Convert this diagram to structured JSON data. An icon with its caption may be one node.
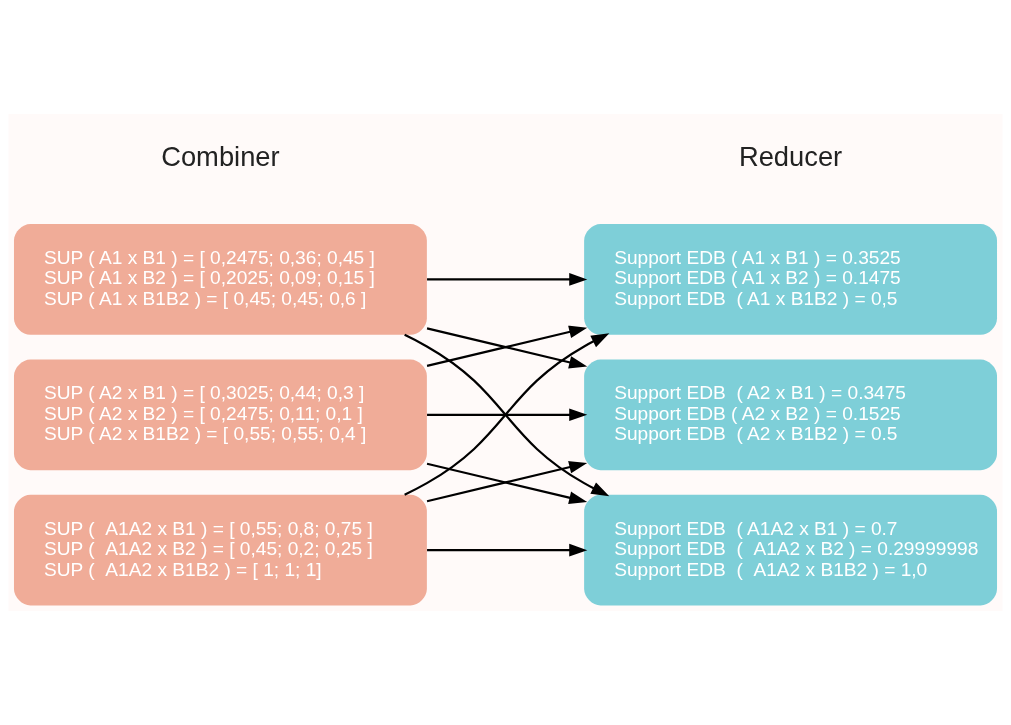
{
  "diagram": {
    "nodes": [
      {
        "text": [
          "SUP ( A1 x B1 ) = [ 0,2475; 0,36; 0,45 ]",
          "SUP ( A1 x B2 ) = [ 0,2025; 0,09; 0,15 ]",
          "SUP ( A1 x B1B2 ) = [ 0,45; 0,45; 0,6 ]"
        ]
      },
      {
        "text": [
          "SUP ( A2 x B1 ) = [ 0,3025; 0,44; 0,3 ]",
          "SUP ( A2 x B2 ) = [ 0,2475; 0,11; 0,1 ]",
          "SUP ( A2 x B1B2 ) = [ 0,55; 0,55; 0,4 ]"
        ]
      },
      {
        "text": [
          "SUP (  A1A2 x B1 ) = [ 0,55; 0,8; 0,75 ]",
          "SUP (  A1A2 x B2 ) = [ 0,45; 0,2; 0,25 ]",
          "SUP (  A1A2 x B1B2 ) = [ 1; 1; 1]"
        ]
      },
      {
        "text": [
          "Support EDB ( A1 x B1 ) = 0.3525",
          "Support EDB ( A1 x B2 ) = 0.1475",
          "Support EDB  ( A1 x B1B2 ) = 0,5"
        ]
      },
      {
        "text": [
          "Support EDB  ( A2 x B1 ) = 0.3475",
          "Support EDB ( A2 x B2 ) = 0.1525",
          "Support EDB  ( A2 x B1B2 ) = 0.5"
        ]
      },
      {
        "text": [
          "Support EDB  ( A1A2 x B1 ) = 0.7",
          "Support EDB  (  A1A2 x B2 ) = 0.29999998",
          "Support EDB  (  A1A2 x B1B2 ) = 1,0"
        ]
      }
    ],
    "edges": [
      {
        "from": 0,
        "to": 3,
        "arrow": "to"
      },
      {
        "from": 0,
        "to": 4,
        "arrow": "to"
      },
      {
        "from": 0,
        "to": 5,
        "arrow": "to"
      },
      {
        "from": 1,
        "to": 3,
        "arrow": "to"
      },
      {
        "from": 1,
        "to": 4,
        "arrow": "to"
      },
      {
        "from": 1,
        "to": 5,
        "arrow": "to"
      },
      {
        "from": 2,
        "to": 3,
        "arrow": "to"
      },
      {
        "from": 2,
        "to": 4,
        "arrow": "to"
      },
      {
        "from": 2,
        "to": 5,
        "arrow": "to"
      }
    ],
    "labels": [
      "Combiner",
      "Reducer"
    ]
  }
}
